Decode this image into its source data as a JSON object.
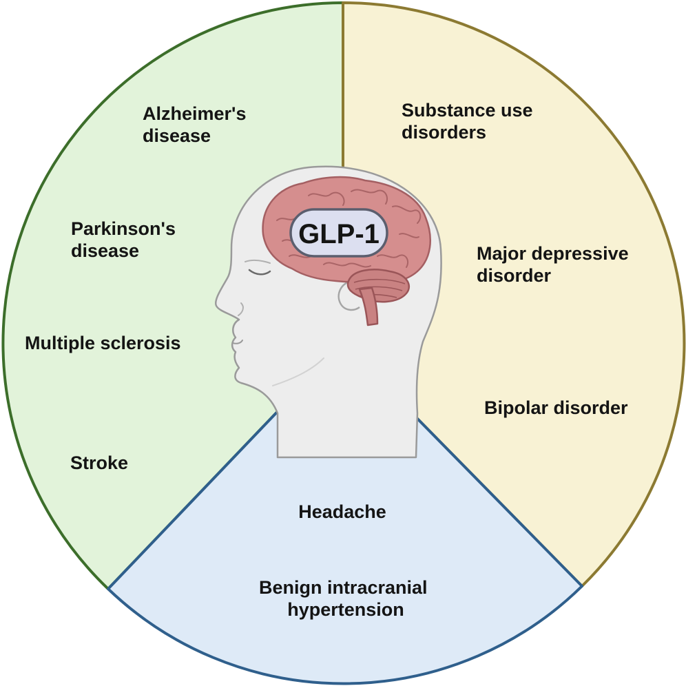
{
  "center": {
    "label": "GLP-1"
  },
  "segments": [
    {
      "id": "neurological",
      "fill": "#e2f3da",
      "stroke": "#3c6e2a",
      "labels": [
        [
          "Alzheimer's",
          "disease"
        ],
        [
          "Parkinson's",
          "disease"
        ],
        [
          "Multiple sclerosis"
        ],
        [
          "Stroke"
        ]
      ]
    },
    {
      "id": "psychiatric",
      "fill": "#f8f2d4",
      "stroke": "#8c7a32",
      "labels": [
        [
          "Substance use",
          "disorders"
        ],
        [
          "Major depressive",
          "disorder"
        ],
        [
          "Bipolar disorder"
        ]
      ]
    },
    {
      "id": "intracranial",
      "fill": "#deeaf7",
      "stroke": "#2f5f8c",
      "labels": [
        [
          "Headache"
        ],
        [
          "Benign intracranial",
          "hypertension"
        ]
      ]
    }
  ],
  "colors": {
    "brain": "#d58e8e",
    "brain_outline": "#a45f62",
    "head": "#ededed",
    "head_outline": "#9a9a9a",
    "pill": "#dcdff0",
    "pill_outline": "#5b5e6e"
  }
}
